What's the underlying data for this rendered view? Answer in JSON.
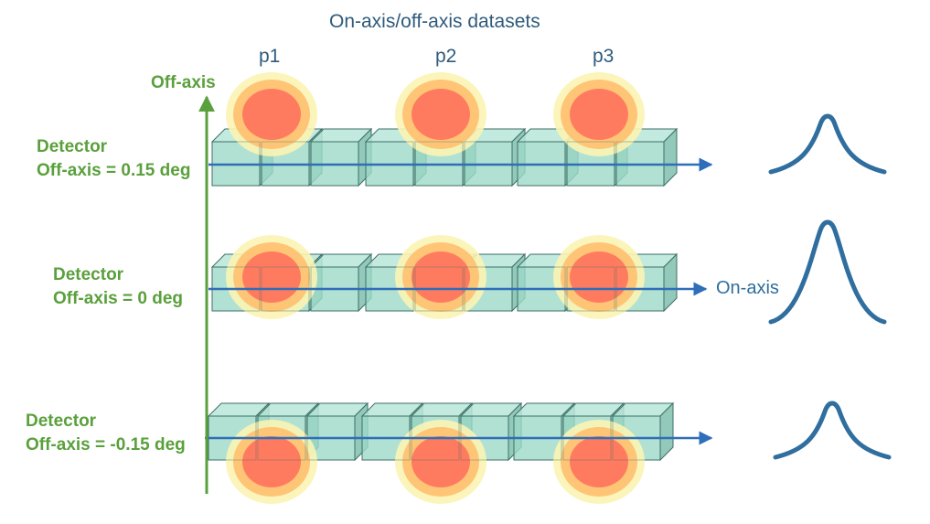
{
  "title": "On-axis/off-axis datasets",
  "positions": [
    "p1",
    "p2",
    "p3"
  ],
  "vertical_axis_label": "Off-axis",
  "horizontal_axis_label": "On-axis",
  "detectors": [
    {
      "line1": "Detector",
      "line2": "Off-axis = 0.15 deg"
    },
    {
      "line1": "Detector",
      "line2": "Off-axis = 0 deg"
    },
    {
      "line1": "Detector",
      "line2": "Off-axis = -0.15 deg"
    }
  ],
  "colors": {
    "box_fill": "#9dd9c8",
    "box_stroke": "#3f6f68",
    "axis_green": "#5aa03c",
    "arrow_blue": "#2f6eb8",
    "text_blue": "#2f5b7c",
    "hotspot_core": "#ff7b5f",
    "hotspot_mid": "#ffc070",
    "hotspot_outer": "#fbf4b4",
    "peak_blue": "#2f6e9e"
  },
  "icons": {
    "detector_voxel": "teal-cube",
    "hotspot": "red-orange-yellow-glow",
    "profile": "peak-curve"
  }
}
